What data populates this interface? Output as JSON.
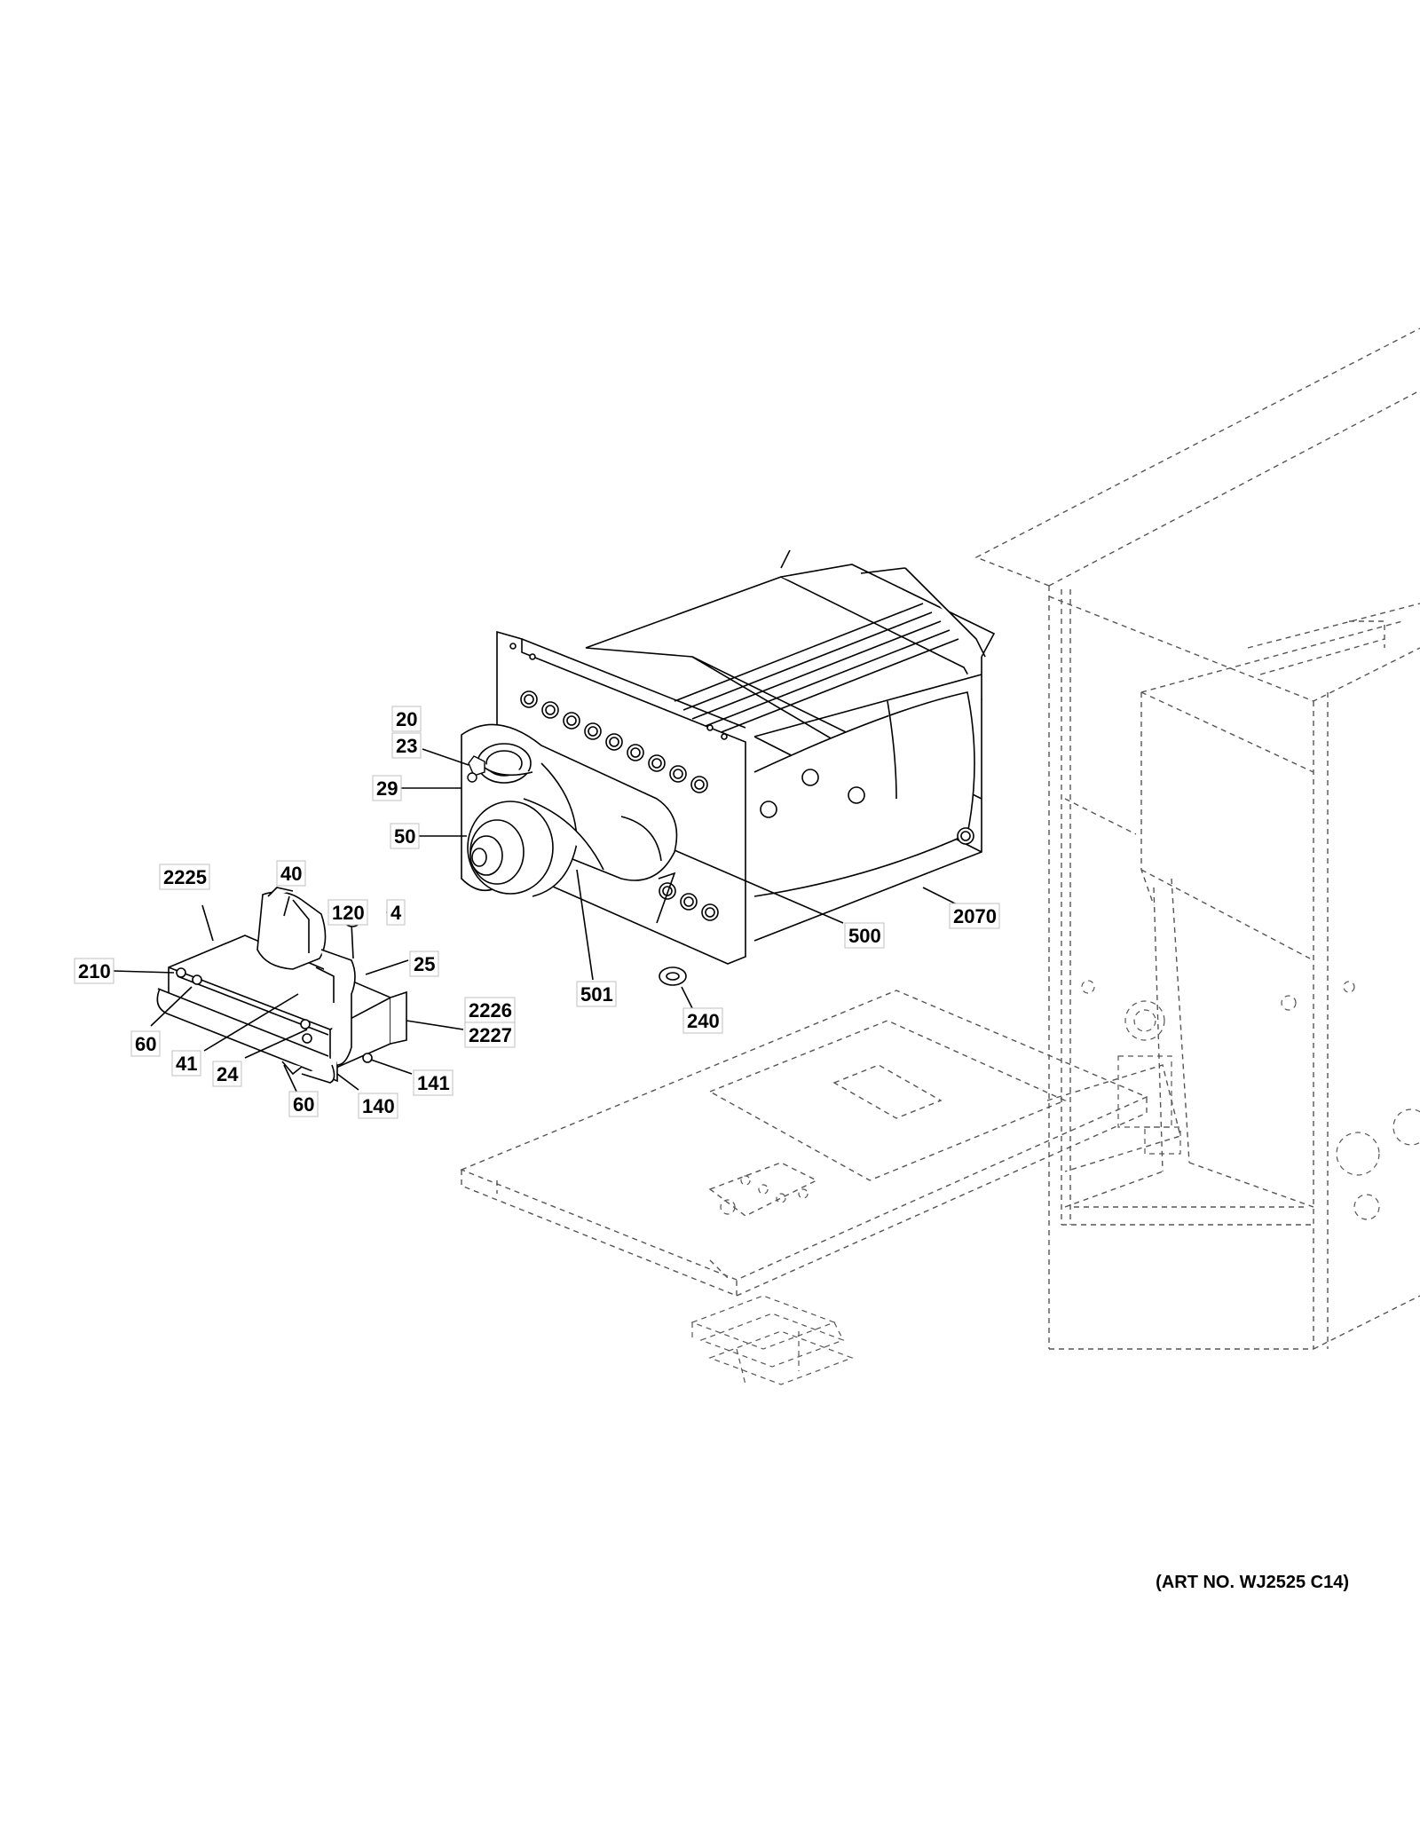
{
  "art_number": "(ART NO. WJ2525 C14)",
  "callouts": [
    {
      "id": "20",
      "label": "20"
    },
    {
      "id": "23",
      "label": "23"
    },
    {
      "id": "29",
      "label": "29"
    },
    {
      "id": "50",
      "label": "50"
    },
    {
      "id": "2225",
      "label": "2225"
    },
    {
      "id": "40",
      "label": "40"
    },
    {
      "id": "120",
      "label": "120"
    },
    {
      "id": "4",
      "label": "4"
    },
    {
      "id": "25",
      "label": "25"
    },
    {
      "id": "210",
      "label": "210"
    },
    {
      "id": "60a",
      "label": "60"
    },
    {
      "id": "41",
      "label": "41"
    },
    {
      "id": "24",
      "label": "24"
    },
    {
      "id": "60b",
      "label": "60"
    },
    {
      "id": "140",
      "label": "140"
    },
    {
      "id": "141",
      "label": "141"
    },
    {
      "id": "2226",
      "label": "2226"
    },
    {
      "id": "2227",
      "label": "2227"
    },
    {
      "id": "500",
      "label": "500"
    },
    {
      "id": "501",
      "label": "501"
    },
    {
      "id": "240",
      "label": "240"
    },
    {
      "id": "2070",
      "label": "2070"
    }
  ]
}
